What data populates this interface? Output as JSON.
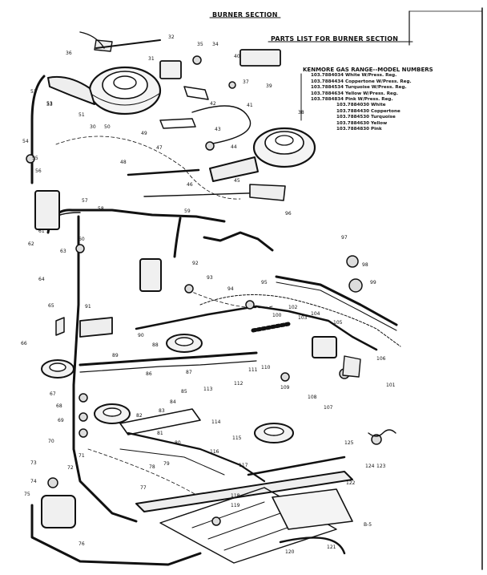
{
  "header": {
    "section_title": "BURNER SECTION",
    "parts_list_title": "PARTS LIST FOR BURNER SECTION"
  },
  "models": {
    "title": "KENMORE GAS RANGE--MODEL NUMBERS",
    "group_a": [
      "103.7884034 White W/Press. Reg.",
      "103.7884434 Coppertone W/Press. Reg.",
      "103.7884534 Turquoise W/Press. Reg.",
      "103.7884634 Yellow W/Press. Reg.",
      "103.7884834 Pink W/Press. Reg."
    ],
    "group_b": [
      "103.7884030 White",
      "103.7884430 Coppertone",
      "103.7884530 Turquoise",
      "103.7884630 Yellow",
      "103.7884830 Pink"
    ]
  },
  "page_ref": "B-5",
  "callouts": [
    "30",
    "31",
    "32",
    "33",
    "34",
    "35",
    "36",
    "37",
    "38",
    "39",
    "40",
    "41",
    "42",
    "43",
    "44",
    "45",
    "46",
    "47",
    "48",
    "49",
    "50",
    "51",
    "52",
    "53",
    "54",
    "55",
    "56",
    "57",
    "58",
    "59",
    "60",
    "61",
    "62",
    "63",
    "64",
    "65",
    "66",
    "67",
    "68",
    "69",
    "70",
    "71",
    "72",
    "73",
    "74",
    "75",
    "76",
    "77",
    "78",
    "79",
    "80",
    "81",
    "82",
    "83",
    "84",
    "85",
    "86",
    "87",
    "88",
    "89",
    "90",
    "91",
    "92",
    "93",
    "94",
    "95",
    "96",
    "97",
    "98",
    "99",
    "100",
    "101",
    "102",
    "103",
    "104",
    "105",
    "106",
    "107",
    "108",
    "109",
    "110",
    "111",
    "112",
    "113",
    "114",
    "115",
    "116",
    "117",
    "118",
    "119",
    "120",
    "121",
    "122",
    "123",
    "124",
    "125"
  ]
}
